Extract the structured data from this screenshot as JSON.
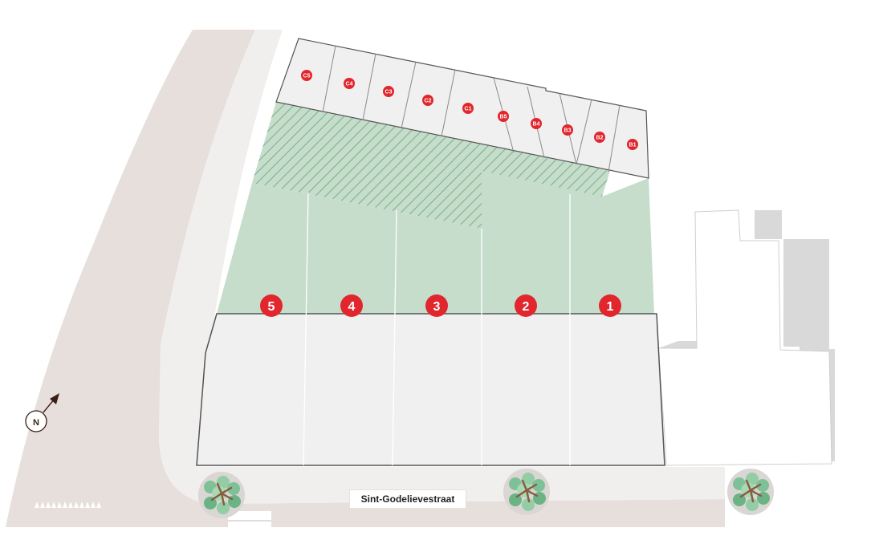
{
  "street_name": "Sint-Godelievestraat",
  "compass_label": "N",
  "lots": [
    "1",
    "2",
    "3",
    "4",
    "5"
  ],
  "units": [
    "C5",
    "C4",
    "C3",
    "C2",
    "C1",
    "B5",
    "B4",
    "B3",
    "B2",
    "B1"
  ],
  "colors": {
    "badge_red": "#e1262d",
    "garden_green": "#c6ddcc",
    "hatch_green": "#7cb38a",
    "building_fill": "#f1f0f0",
    "outline": "#555555",
    "road": "#e6dfdb",
    "sidewalk": "#f1efee",
    "neighbor_shadow": "#d9d9d9",
    "compass": "#3b1e14"
  },
  "icons": [
    "compass-north-arrow-icon",
    "tree-icon",
    "crosswalk-marks"
  ]
}
